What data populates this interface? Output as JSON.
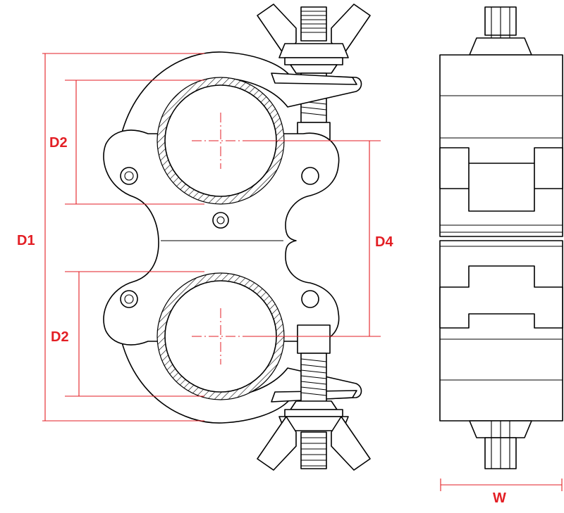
{
  "labels": {
    "d1": "D1",
    "d2_top": "D2",
    "d2_bottom": "D2",
    "d4": "D4",
    "w": "W"
  },
  "colors": {
    "dimension": "#e31e24",
    "outline": "#000000",
    "background": "#ffffff"
  }
}
